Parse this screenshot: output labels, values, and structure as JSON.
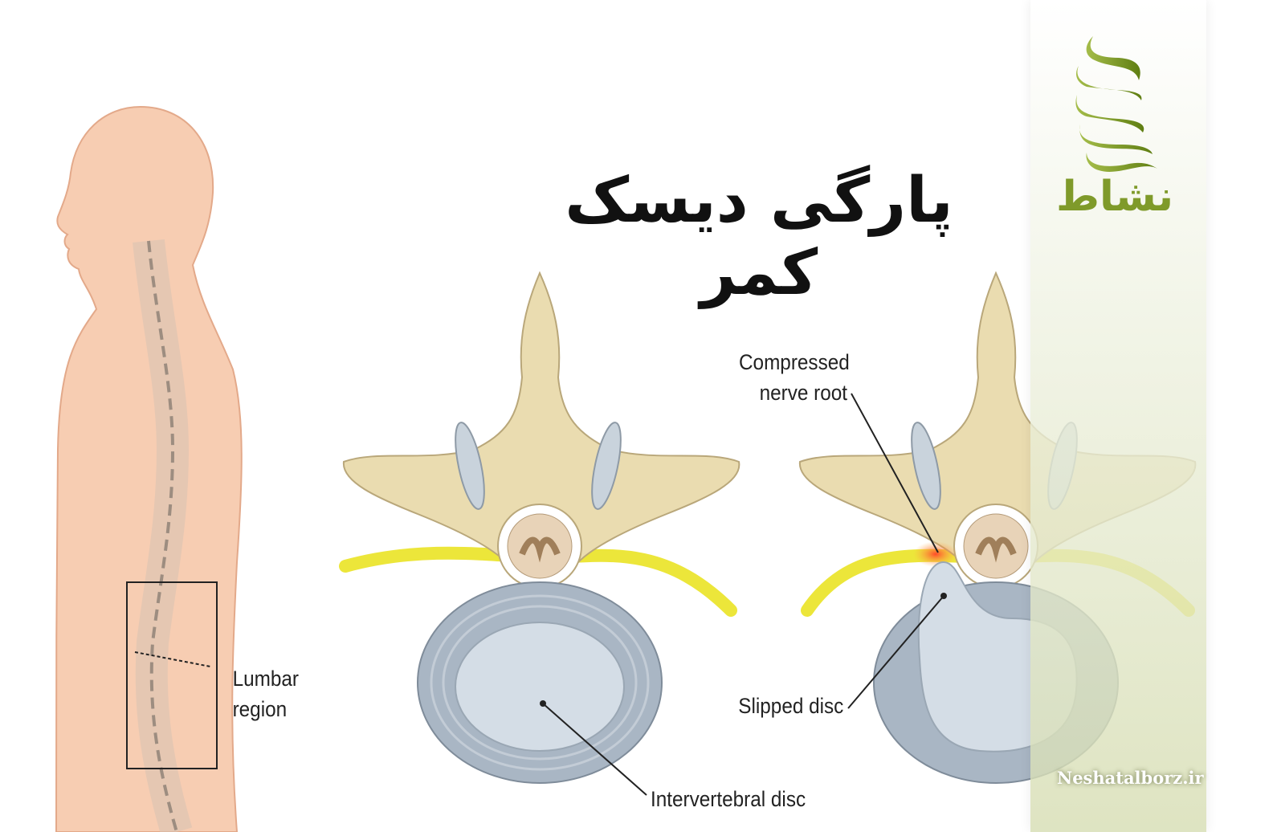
{
  "title": "پارگی دیسک کمر",
  "labels": {
    "lumbar_line1": "Lumbar",
    "lumbar_line2": "region",
    "compressed_line1": "Compressed",
    "compressed_line2": "nerve root",
    "slipped_disc": "Slipped disc",
    "intervertebral_disc": "Intervertebral disc"
  },
  "brand": {
    "logo_text": "نشاط",
    "website": "Neshatalborz.ir",
    "color": "#7f9a2a"
  },
  "colors": {
    "skin": "#f7cdb2",
    "bone": "#eadcb0",
    "nerve": "#ece63a",
    "disc_outer": "#a9b6c4",
    "disc_inner": "#d4dde6"
  }
}
